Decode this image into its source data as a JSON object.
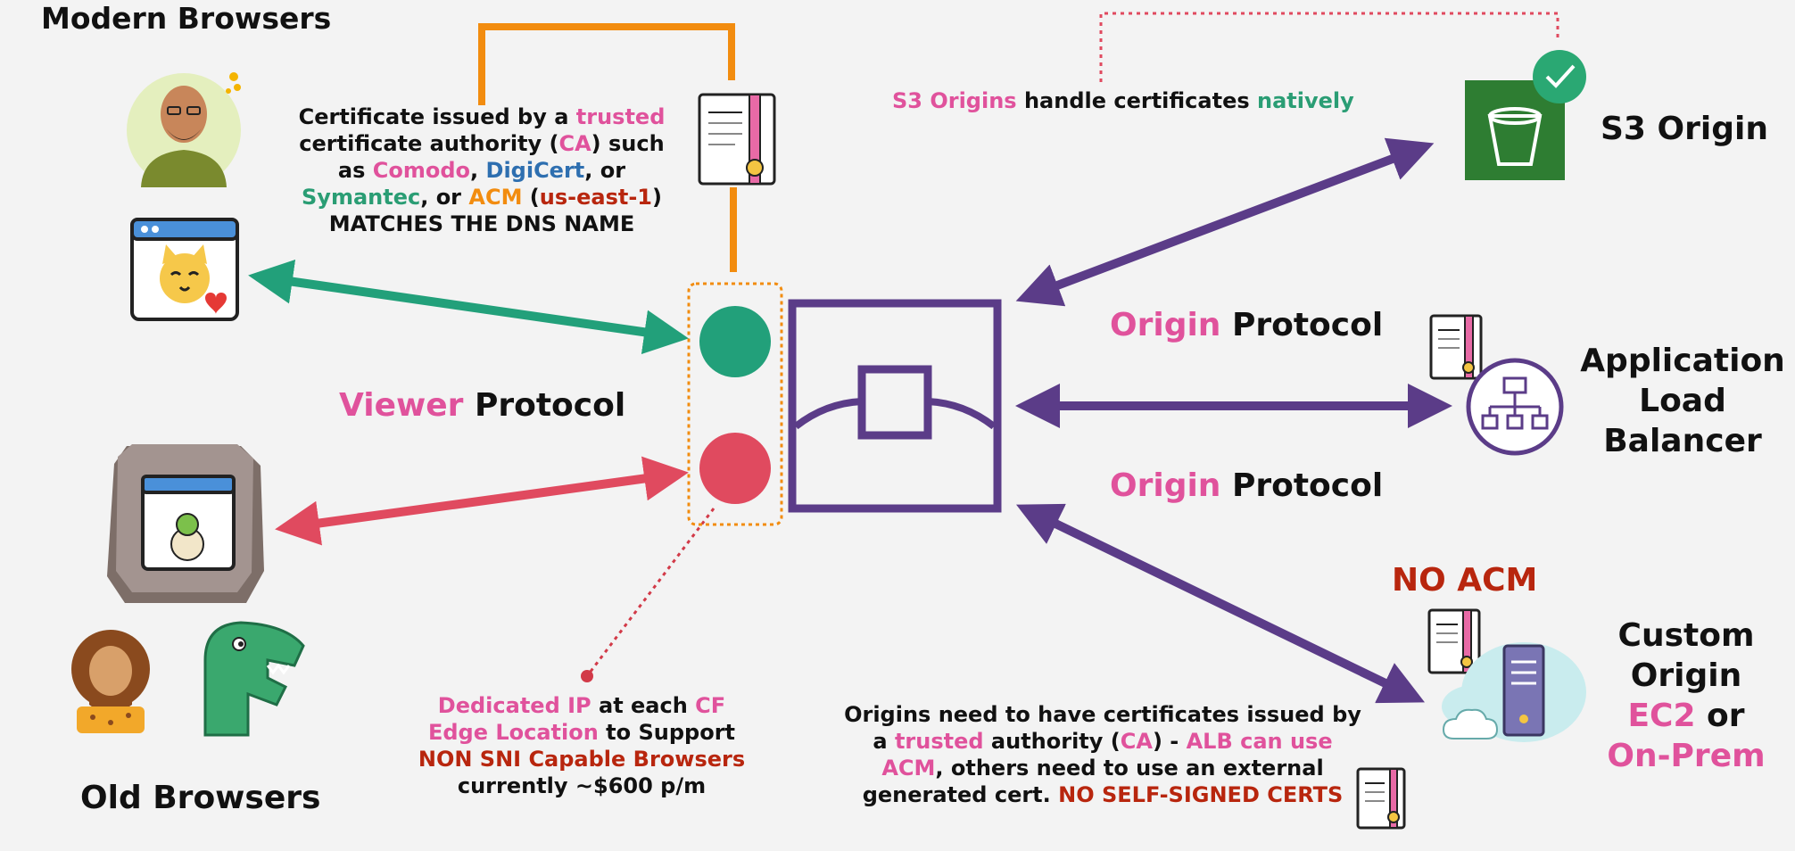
{
  "title": "Modern Browsers",
  "old_browsers": "Old Browsers",
  "viewer_protocol": {
    "part1": "Viewer",
    "part2": " Protocol"
  },
  "origin_protocol_top": {
    "part1": "Origin",
    "part2": " Protocol"
  },
  "origin_protocol_bottom": {
    "part1": "Origin",
    "part2": " Protocol"
  },
  "cert_note": {
    "l1a": "Certificate issued by a ",
    "l1b": "trusted",
    "l2a": "certificate authority (",
    "l2b": "CA",
    "l2c": ") such",
    "l3a": "as ",
    "l3b": "Comodo",
    "l3c": ", ",
    "l3d": "DigiCert",
    "l3e": ", or",
    "l4a": "Symantec",
    "l4b": ", or ",
    "l4c": "ACM",
    "l4d": " (",
    "l4e": "us-east-1",
    "l4f": ")",
    "l5": "MATCHES THE DNS NAME"
  },
  "s3_note": {
    "a": "S3 Origins",
    "b": " handle certificates ",
    "c": "natively"
  },
  "s3_origin": "S3 Origin",
  "alb": {
    "l1": "Application",
    "l2": "Load",
    "l3": "Balancer"
  },
  "no_acm": "NO ACM",
  "custom_origin": {
    "l1": "Custom",
    "l2": "Origin",
    "l3a": "EC2",
    "l3b": " or",
    "l4": "On-Prem"
  },
  "dedicated_note": {
    "l1a": "Dedicated IP",
    "l1b": " at each ",
    "l1c": "CF",
    "l2a": "Edge Location",
    "l2b": " to Support",
    "l3": "NON SNI Capable Browsers",
    "l4": "currently ~$600 p/m"
  },
  "origins_note": {
    "l1": "Origins need to have certificates issued by",
    "l2a": "a ",
    "l2b": "trusted",
    "l2c": " authority (",
    "l2d": "CA",
    "l2e": ") - ",
    "l2f": "ALB can use",
    "l3a": "ACM",
    "l3b": ", others need to use an external",
    "l4a": "generated cert. ",
    "l4b": "NO SELF-SIGNED CERTS"
  },
  "colors": {
    "purple": "#5b3c88",
    "green": "#22a07a",
    "red": "#e04a5f",
    "orange": "#f28c0f",
    "pink": "#e0529c",
    "s3_green": "#2e7d32"
  },
  "icons": [
    "person-avatar-icon",
    "cat-browser-icon",
    "caveman-icon",
    "dinosaur-icon",
    "certificate-icon",
    "s3-bucket-icon",
    "verified-badge-icon",
    "load-balancer-icon",
    "server-cloud-icon",
    "cloudfront-edge-icon"
  ]
}
